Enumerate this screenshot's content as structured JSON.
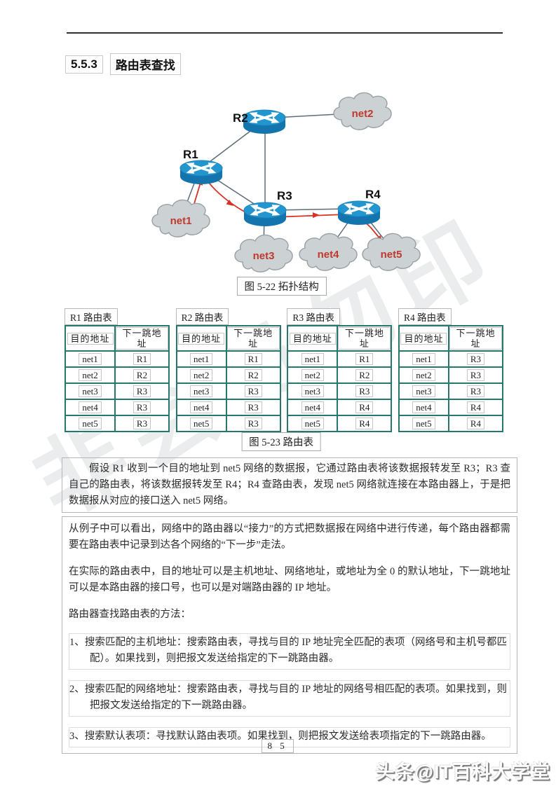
{
  "page": {
    "section_number": "5.5.3",
    "section_title": "路由表查找",
    "page_number": "8 5",
    "footer_brand": "头条@IT百科大学堂",
    "watermark_text": "非会员勿印"
  },
  "topology": {
    "caption": "图 5-22 拓扑结构",
    "routers": [
      {
        "label": "R1"
      },
      {
        "label": "R2"
      },
      {
        "label": "R3"
      },
      {
        "label": "R4"
      }
    ],
    "networks": [
      {
        "label": "net1"
      },
      {
        "label": "net2"
      },
      {
        "label": "net3"
      },
      {
        "label": "net4"
      },
      {
        "label": "net5"
      }
    ],
    "links": [
      "R1-R2",
      "R2-net2",
      "R2-R3",
      "R1-R3",
      "R1-net1",
      "R3-R4",
      "R3-net3",
      "R4-net4",
      "R4-net5"
    ],
    "highlight_path": [
      "net1",
      "R1",
      "R3",
      "R4",
      "net5"
    ],
    "colors": {
      "router": "#2396cf",
      "router_body": "#1474ae",
      "cloud": "#ccd1d4",
      "net_label": "#bf392c",
      "path": "#d63226",
      "link": "#5d6d7a"
    }
  },
  "routing_tables": {
    "caption": "图 5-23 路由表",
    "border_color": "#26776d",
    "tables": [
      {
        "title": "R1 路由表",
        "headers": [
          "目的地址",
          "下一跳地址"
        ],
        "rows": [
          [
            "net1",
            "R1"
          ],
          [
            "net2",
            "R2"
          ],
          [
            "net3",
            "R3"
          ],
          [
            "net4",
            "R3"
          ],
          [
            "net5",
            "R3"
          ]
        ]
      },
      {
        "title": "R2 路由表",
        "headers": [
          "目的地址",
          "下一跳地址"
        ],
        "rows": [
          [
            "net1",
            "R1"
          ],
          [
            "net2",
            "R2"
          ],
          [
            "net3",
            "R3"
          ],
          [
            "net4",
            "R3"
          ],
          [
            "net5",
            "R3"
          ]
        ]
      },
      {
        "title": "R3 路由表",
        "headers": [
          "目的地址",
          "下一跳地址"
        ],
        "rows": [
          [
            "net1",
            "R1"
          ],
          [
            "net2",
            "R2"
          ],
          [
            "net3",
            "R3"
          ],
          [
            "net4",
            "R4"
          ],
          [
            "net5",
            "R4"
          ]
        ]
      },
      {
        "title": "R4 路由表",
        "headers": [
          "目的地址",
          "下一跳地址"
        ],
        "rows": [
          [
            "net1",
            "R3"
          ],
          [
            "net2",
            "R3"
          ],
          [
            "net3",
            "R3"
          ],
          [
            "net4",
            "R4"
          ],
          [
            "net5",
            "R4"
          ]
        ]
      }
    ]
  },
  "text": {
    "para_example": "假设 R1 收到一个目的地址到 net5 网络的数据报，它通过路由表将该数据报转发至 R3；R3 查自己的路由表，将该数据报转发至 R4；R4 查路由表，发现 net5 网络就连接在本路由器上，于是把数据报从对应的接口送入 net5 网络。",
    "para_relay": "从例子中可以看出，网络中的路由器以“接力”的方式把数据报在网络中进行传递，每个路由器都需要在路由表中记录到达各个网络的“下一步”走法。",
    "para_actual": "在实际的路由表中，目的地址可以是主机地址、网络地址，或地址为全 0 的默认地址，下一跳地址可以是本路由器的接口号，也可以是对端路由器的 IP 地址。",
    "methods_title": "路由器查找路由表的方法：",
    "method1": "1、搜索匹配的主机地址：搜索路由表，寻找与目的 IP 地址完全匹配的表项（网络号和主机号都匹配）。如果找到，则把报文发送给指定的下一跳路由器。",
    "method2": "2、搜索匹配的网络地址：搜索路由表，寻找与目的 IP 地址的网络号相匹配的表项。如果找到，则把报文发送给指定的下一跳路由器。",
    "method3": "3、搜索默认表项：寻找默认路由表项。如果找到，则把报文发送给表项指定的下一跳路由器。"
  }
}
